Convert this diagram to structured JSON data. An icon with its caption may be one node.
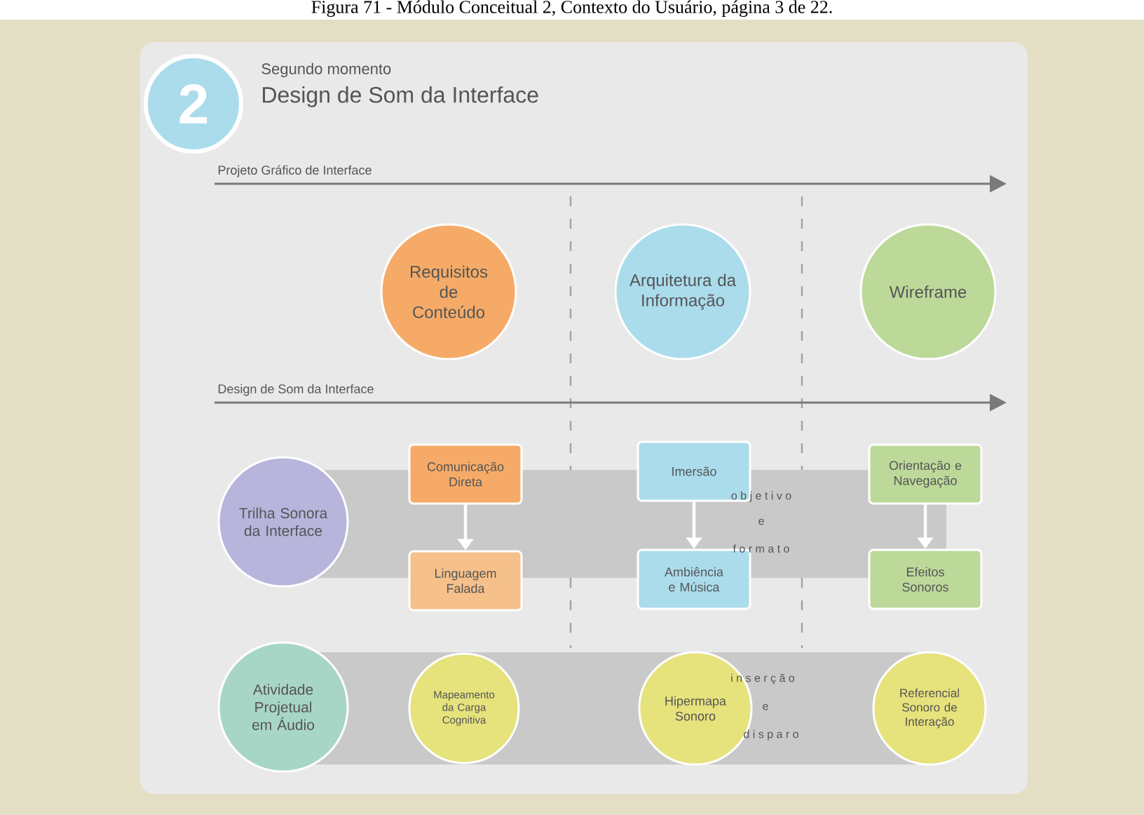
{
  "diagram": {
    "title": "Design de Som da Interface",
    "caption": "Figura 71 - Módulo Conceitual 2, Contexto do Usuário, página 3 de 22.",
    "nodes": [
      {
        "text": [
          "2"
        ]
      },
      {
        "text": [
          "Requisitos de Conteúdo"
        ]
      },
      {
        "text": [
          "Arquitetura da Informação"
        ]
      },
      {
        "text": [
          "Wireframe"
        ]
      },
      {
        "text": [
          "Trilha Sonora da Interface"
        ]
      },
      {
        "text": [
          "Comunicação Direta"
        ]
      },
      {
        "text": [
          "Linguagem Falada"
        ]
      },
      {
        "text": [
          "Imersão"
        ]
      },
      {
        "text": [
          "Ambiência e Música"
        ]
      },
      {
        "text": [
          "Orientação e Navegação"
        ]
      },
      {
        "text": [
          "Efeitos Sonoros"
        ]
      },
      {
        "text": [
          "Atividade Projetual em Áudio"
        ]
      },
      {
        "text": [
          "Mapeamento da Carga Cognitiva"
        ]
      },
      {
        "text": [
          "Hipermapa Sonoro"
        ]
      },
      {
        "text": [
          "Referencial Sonoro de Interação"
        ]
      }
    ],
    "edges": [
      {
        "from": 5,
        "to": 6,
        "arrow": "to"
      },
      {
        "from": 7,
        "to": 8,
        "arrow": "to"
      },
      {
        "from": 9,
        "to": 10,
        "arrow": "to"
      }
    ],
    "labels": [
      "Segundo momento",
      "Projeto Gráfico de Interface",
      "Design de Som da Interface",
      "o b j e t i v o",
      "e",
      "f o r m a t o",
      "i n s e r ç ã o",
      "e",
      "d i s p a r o"
    ]
  }
}
